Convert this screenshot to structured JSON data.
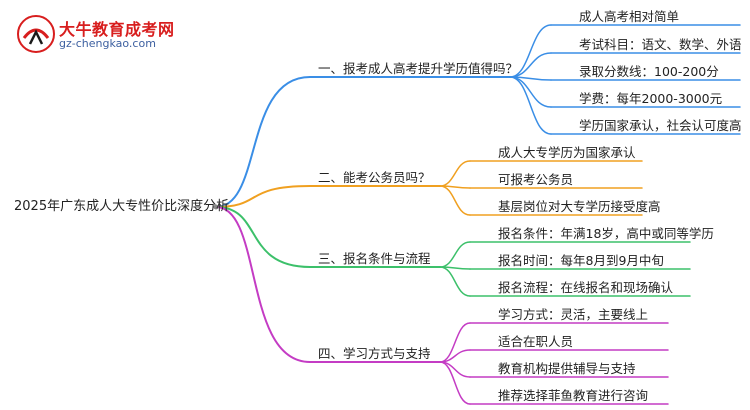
{
  "logo": {
    "brand": "大牛教育成考网",
    "domain": "gz-chengkao.com"
  },
  "mindmap": {
    "root": "2025年广东成人大专性价比深度分析",
    "branches": [
      {
        "label": "一、报考成人高考提升学历值得吗？",
        "color": "#3a8ee6",
        "children": [
          "成人高考相对简单",
          "考试科目：语文、数学、外语",
          "录取分数线：100-200分",
          "学费：每年2000-3000元",
          "学历国家承认，社会认可度高"
        ]
      },
      {
        "label": "二、能考公务员吗？",
        "color": "#f0a020",
        "children": [
          "成人大专学历为国家承认",
          "可报考公务员",
          "基层岗位对大专学历接受度高"
        ]
      },
      {
        "label": "三、报名条件与流程",
        "color": "#3cc06a",
        "children": [
          "报名条件：年满18岁，高中或同等学历",
          "报名时间：每年8月到9月中旬",
          "报名流程：在线报名和现场确认"
        ]
      },
      {
        "label": "四、学习方式与支持",
        "color": "#c43cc4",
        "children": [
          "学习方式：灵活，主要线上",
          "适合在职人员",
          "教育机构提供辅导与支持",
          "推荐选择菲鱼教育进行咨询"
        ]
      }
    ]
  }
}
